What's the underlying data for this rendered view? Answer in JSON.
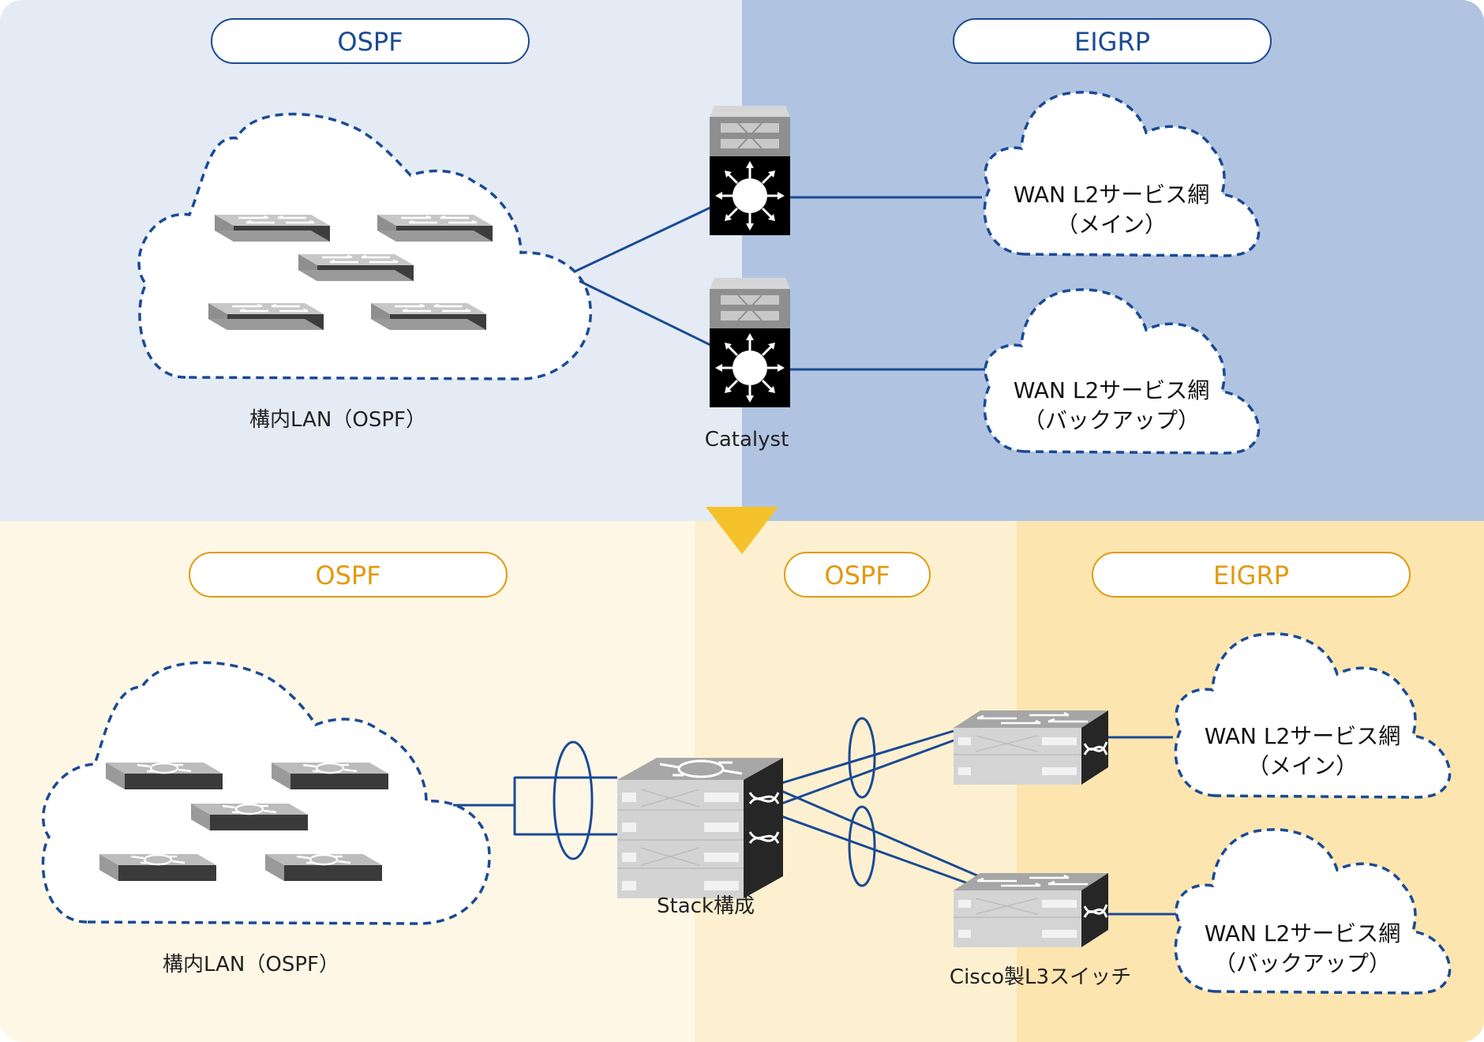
{
  "before": {
    "protocol_left": "OSPF",
    "protocol_right": "EIGRP",
    "lan_label": "構内LAN（OSPF）",
    "device_label": "Catalyst",
    "wan_main_line1": "WAN L2サービス網",
    "wan_main_line2": "（メイン）",
    "wan_backup_line1": "WAN L2サービス網",
    "wan_backup_line2": "（バックアップ）"
  },
  "after": {
    "protocol_left": "OSPF",
    "protocol_middle": "OSPF",
    "protocol_right": "EIGRP",
    "lan_label": "構内LAN（OSPF）",
    "stack_label": "Stack構成",
    "switch_label": "Cisco製L3スイッチ",
    "wan_main_line1": "WAN L2サービス網",
    "wan_main_line2": "（メイン）",
    "wan_backup_line1": "WAN L2サービス網",
    "wan_backup_line2": "（バックアップ）"
  },
  "colors": {
    "before_left_bg": "#e4ebf5",
    "before_right_bg": "#b0c4e2",
    "after_left_bg": "#fef7e6",
    "after_mid_bg": "#fdf0d0",
    "after_right_bg": "#fde5b0",
    "blue": "#1a4a94",
    "orange": "#e09a10",
    "arrow": "#f5c22b"
  }
}
